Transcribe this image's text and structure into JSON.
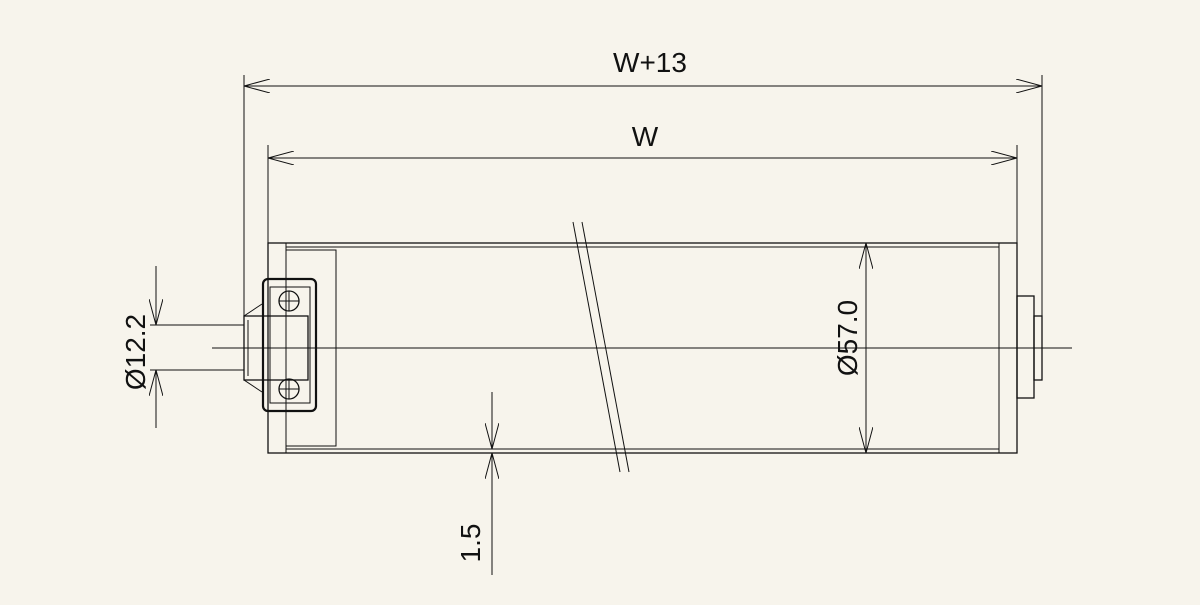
{
  "diagram": {
    "dim_overall": "W+13",
    "dim_width": "W",
    "dim_shaft_diameter": "Ø12.2",
    "dim_tube_diameter": "Ø57.0",
    "dim_wall_thickness": "1.5"
  },
  "colors": {
    "background": "#f7f4ec",
    "line": "#111111"
  }
}
